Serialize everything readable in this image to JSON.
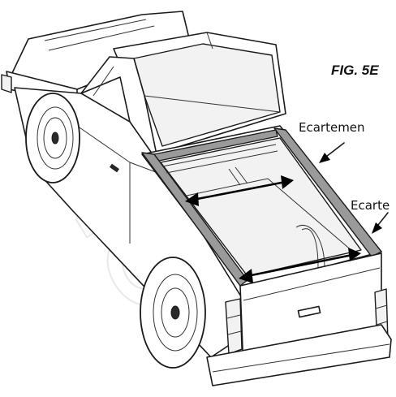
{
  "figure": {
    "label": "FIG. 5E",
    "callouts": [
      {
        "text": "Ecartemen"
      },
      {
        "text": "Ecarte"
      }
    ],
    "watermark": "NO"
  }
}
